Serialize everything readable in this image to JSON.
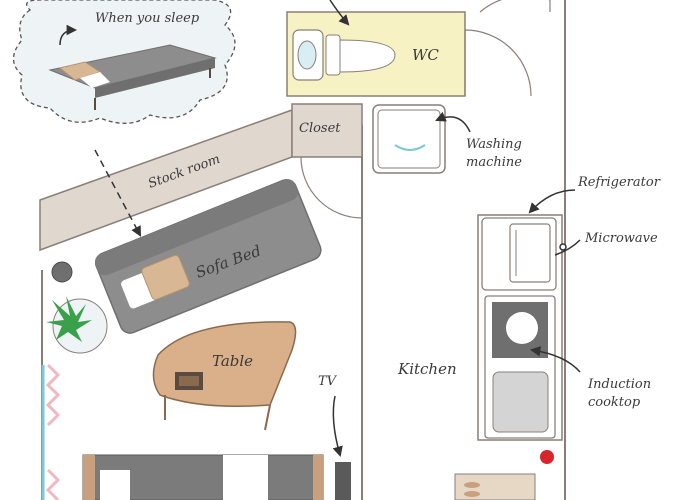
{
  "labels": {
    "when_you_sleep": "When you sleep",
    "wc": "WC",
    "closet": "Closet",
    "washing_machine_line1": "Washing",
    "washing_machine_line2": "machine",
    "stock_room": "Stock room",
    "sofa_bed": "Sofa Bed",
    "refrigerator": "Refrigerator",
    "microwave": "Microwave",
    "table": "Table",
    "kitchen": "Kitchen",
    "tv": "TV",
    "induction_line1": "Induction",
    "induction_line2": "cooktop"
  },
  "colors": {
    "wall": "#e0d7cf",
    "wall_stroke": "#8a7f78",
    "wc_fill": "#f7f2c4",
    "sofa": "#8d8d8d",
    "sofa_dark": "#6f6f6f",
    "cushion": "#d8b794",
    "table": "#d9b08a",
    "cloud": "#eef3f6",
    "plant": "#3aa14a",
    "red_dot": "#d7262b",
    "window": "#7cc8d6",
    "curtain": "#f2b8c0"
  }
}
